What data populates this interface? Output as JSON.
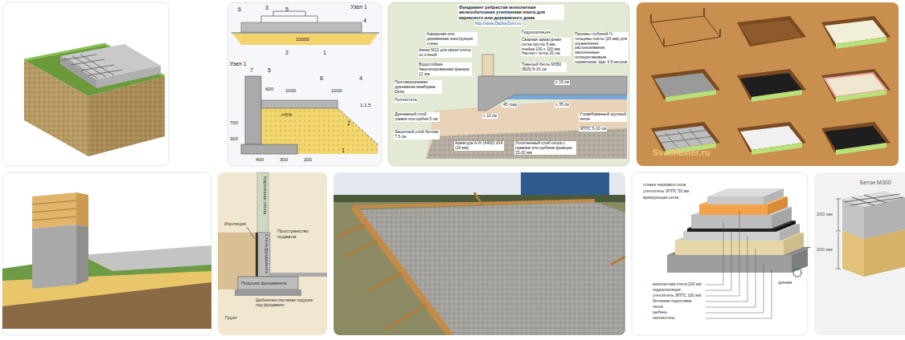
{
  "diagram": {
    "labels": [
      "6",
      "3",
      "5",
      "Узел 1",
      "10000",
      "2",
      "1",
      "4",
      "Узел 1",
      "7",
      "5",
      "600",
      "1000",
      "8",
      "1000",
      "4",
      "i=5%",
      "2",
      "1:1,5",
      "700",
      "300",
      "400",
      "300",
      "200",
      "1",
      "Фундамент ребристая монолитная железобетонная утепленная плита для каркасного или деревянного дома",
      "http://www.Dacha-Dom.ru",
      "Гидроизоляция",
      "Каркасная или деревянная конструкция стены",
      "Сварная арматурная сетка пруток 5 мм, ячейка 100 х 100 мм. Нахлест сеток 20 см.",
      "Анкер М12 для связи плиты со стеной",
      "Тяжелый бетон М350 (В25) 8-15 см",
      "Проемы глубиной ½ толщины плиты (20 мм) для ограничения растрескивания, заполненные полиуретановым герметиком. Шаг 3-5 метров",
      "Водостойкая бакелизированная фанера 12 мм",
      "Противокорневая дренажная мембрана Delta",
      "Геотекстиль",
      "Дренажный слой гравия или щебня 5 см",
      "Защитный слой бетона 7,5 см",
      "Арматура А-III (А400) d14 (16 мм)",
      "Утрамбованный крупный песок",
      "ЭППС 5-10 см",
      "Уплотненный слой песка с гравием или щебнем фракции 15-20 мм",
      "45 град",
      "≥ 10 см",
      "≥ 15 см",
      "≥ 35 см",
      "SvaiMaster.ru",
      "Кирпичная стена",
      "Стена фундамента",
      "Изоляция",
      "Пространство подвала",
      "Подушка фундамента",
      "Грунт",
      "Щебеночно-песчаная подушка под фундамент",
      "стяжка чернового пола",
      "утеплитель ЭППС 50 мм",
      "армирующая сетка",
      "монолитная плита 200 мм",
      "гидроизоляция",
      "утеплитель ЭППС 100 мм",
      "бетонная подготовка",
      "песок",
      "щебень",
      "геотекстиль",
      "дренаж",
      "Бетон М300",
      "200 мм",
      "200 мм"
    ]
  }
}
